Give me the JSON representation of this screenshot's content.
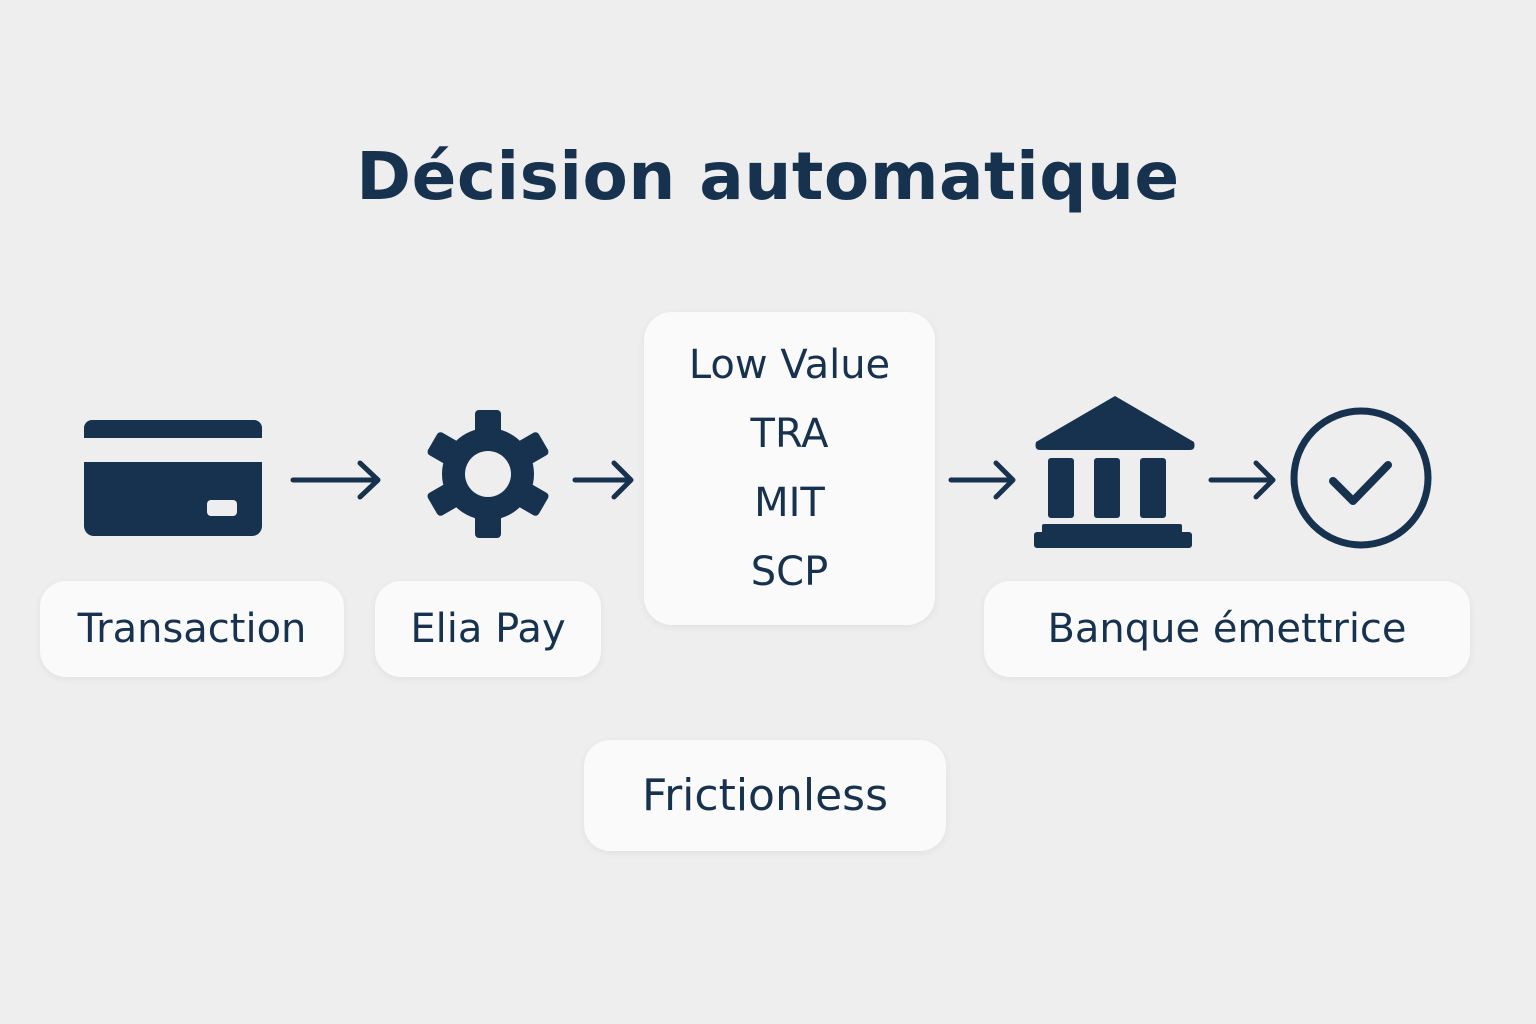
{
  "title": "Décision automatique",
  "nodes": {
    "transaction": {
      "label": "Transaction",
      "icon": "credit-card-icon"
    },
    "elia_pay": {
      "label": "Elia Pay",
      "icon": "gear-icon"
    },
    "conditions": {
      "items": [
        "Low Value",
        "TRA",
        "MIT",
        "SCP"
      ]
    },
    "banque": {
      "label": "Banque émettrice",
      "icon": "bank-icon"
    },
    "result": {
      "icon": "check-circle-icon"
    }
  },
  "outcome": {
    "label": "Frictionless"
  },
  "colors": {
    "primary": "#17324f",
    "background": "#eeeeee",
    "card": "#fafafa"
  }
}
